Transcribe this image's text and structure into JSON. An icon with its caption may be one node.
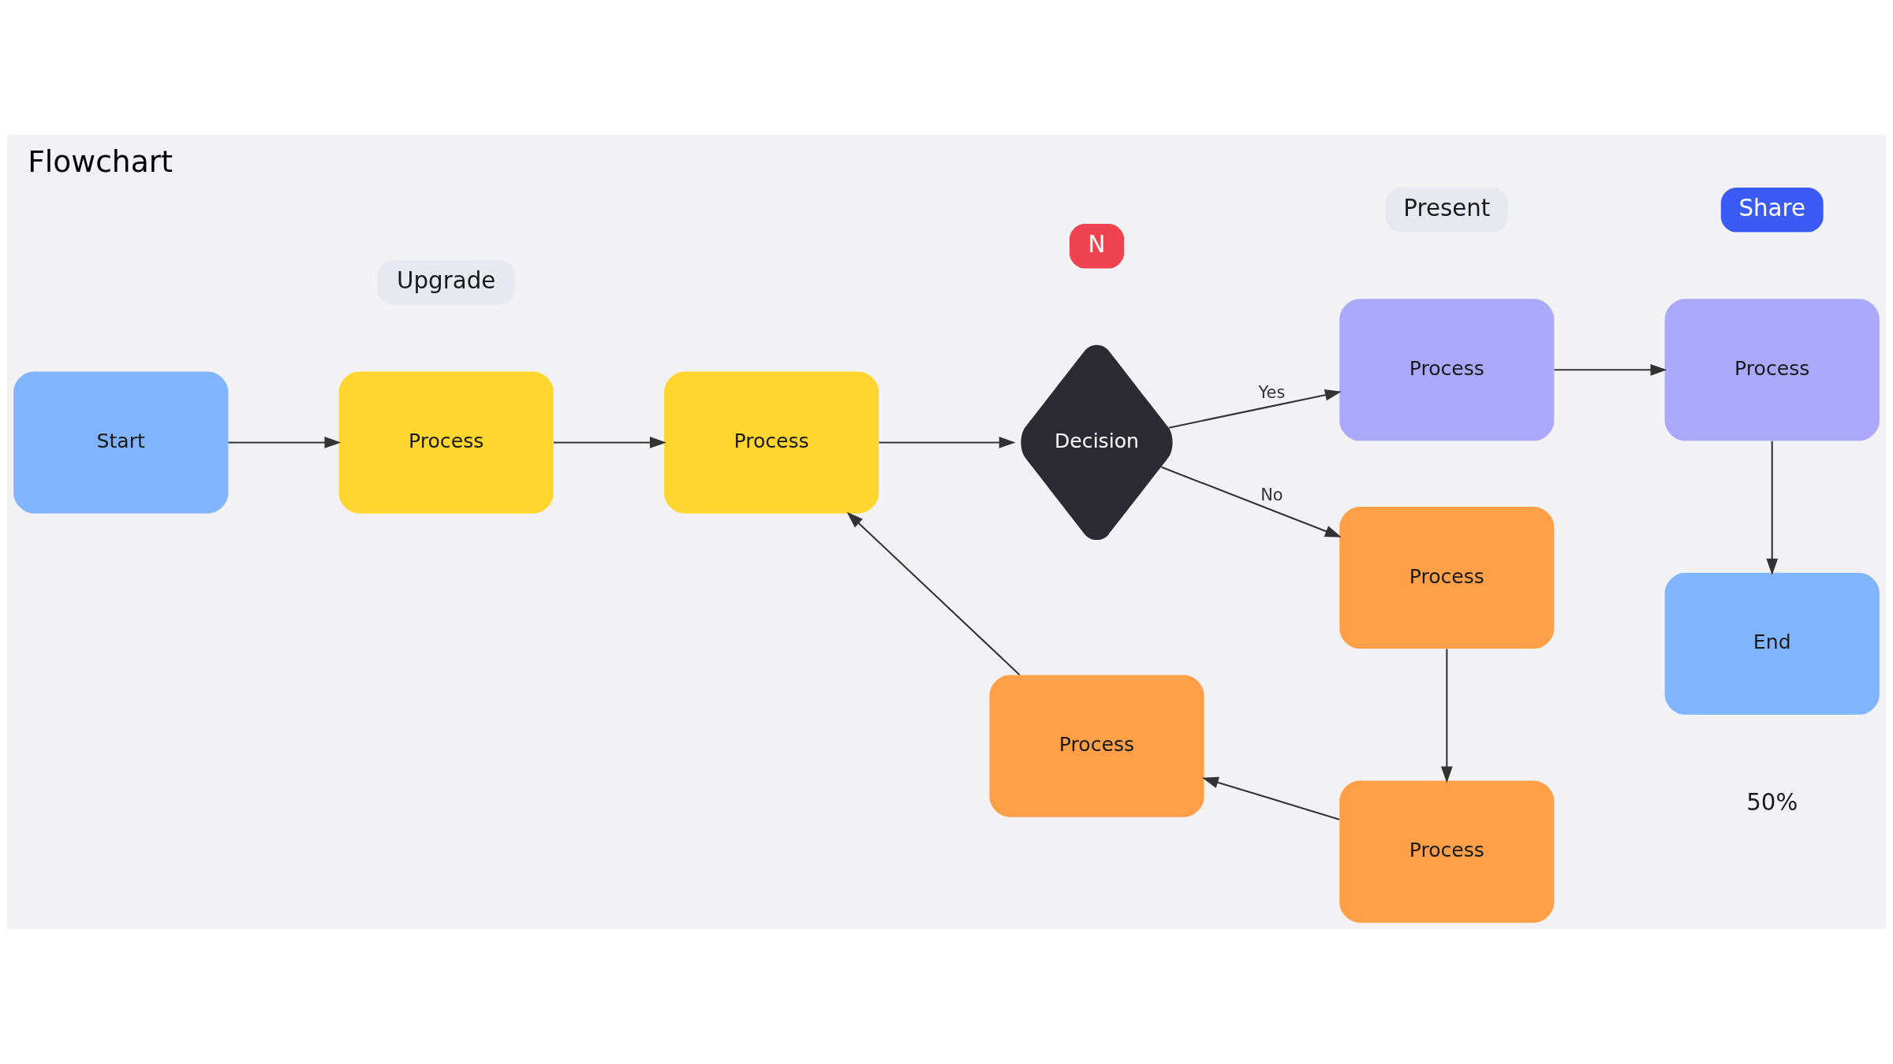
{
  "diagram": {
    "title": "Flowchart",
    "nodes": [
      {
        "text": [
          "Process"
        ]
      },
      {
        "text": [
          "Process"
        ]
      },
      {
        "text": [
          "Start"
        ]
      },
      {
        "text": [
          "Process"
        ]
      },
      {
        "text": [
          "Process"
        ]
      },
      {
        "text": [
          "Decision"
        ]
      },
      {
        "text": [
          "Process"
        ]
      },
      {
        "text": [
          "End"
        ]
      },
      {
        "text": [
          "Process"
        ]
      },
      {
        "text": [
          "Process"
        ]
      }
    ],
    "edges": [
      {
        "from": 2,
        "to": 3,
        "arrow": "to"
      },
      {
        "from": 3,
        "to": 4,
        "arrow": "to"
      },
      {
        "from": 4,
        "to": 5,
        "arrow": "to"
      },
      {
        "from": 5,
        "to": 0,
        "arrow": "to",
        "label": "Yes"
      },
      {
        "from": 5,
        "to": 6,
        "arrow": "to",
        "label": "No"
      },
      {
        "from": 0,
        "to": 1,
        "arrow": "to"
      },
      {
        "from": 1,
        "to": 7,
        "arrow": "to"
      },
      {
        "from": 6,
        "to": 9,
        "arrow": "to"
      },
      {
        "from": 9,
        "to": 8,
        "arrow": "to"
      },
      {
        "from": 8,
        "to": 4,
        "arrow": "to"
      }
    ],
    "labels": [
      "Upgrade",
      "N",
      "Present",
      "Share",
      "50%"
    ]
  }
}
